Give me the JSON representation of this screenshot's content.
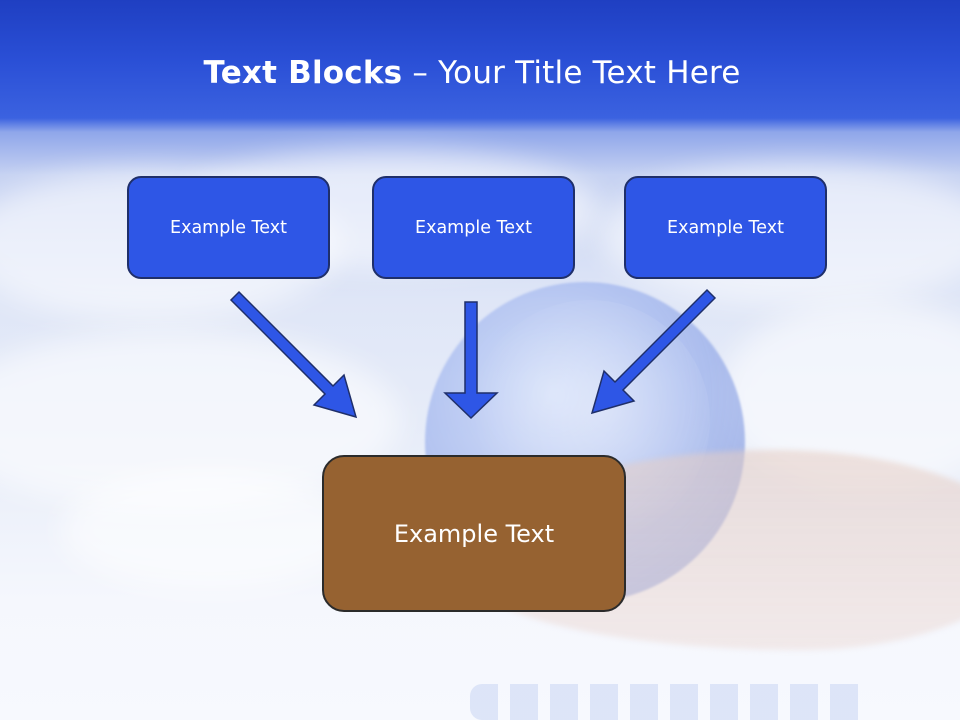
{
  "slide": {
    "title_bold": "Text Blocks",
    "title_dash": " – ",
    "title_rest": "Your Title Text Here"
  },
  "blocks": {
    "top": [
      {
        "label": "Example Text"
      },
      {
        "label": "Example Text"
      },
      {
        "label": "Example Text"
      }
    ],
    "bottom": {
      "label": "Example Text"
    }
  },
  "colors": {
    "header_blue": "#2a4fd6",
    "box_blue": "#2e56e6",
    "arrow_blue": "#2e56e6",
    "box_brown": "#966231"
  }
}
